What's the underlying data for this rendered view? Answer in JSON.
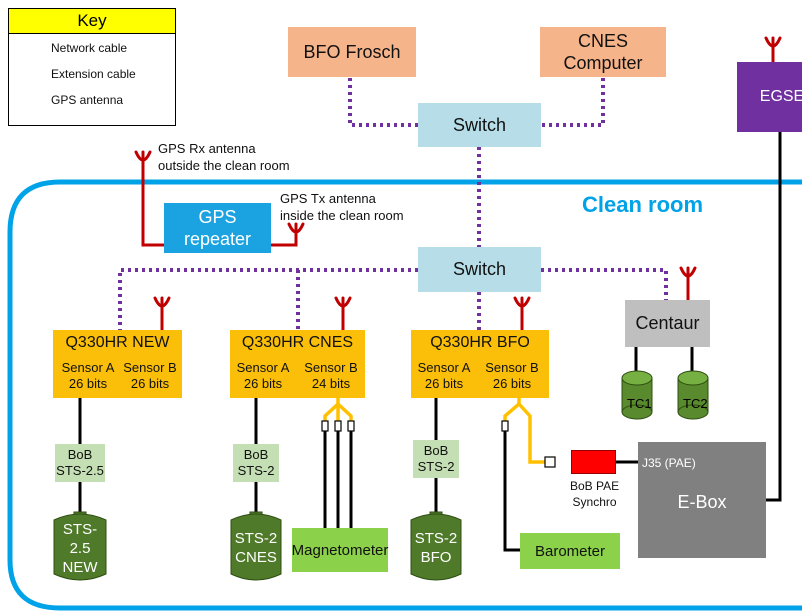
{
  "key": {
    "title": "Key",
    "items": [
      {
        "label": "Network cable"
      },
      {
        "label": "Extension cable"
      },
      {
        "label": "GPS antenna"
      }
    ]
  },
  "colors": {
    "network": "#7030a0",
    "extension": "#ffc000",
    "antenna": "#c00000",
    "clean_room": "#00a2e8"
  },
  "nodes": {
    "bfo_frosch": "BFO Frosch",
    "cnes_computer_l1": "CNES",
    "cnes_computer_l2": "Computer",
    "switch_top": "Switch",
    "egse": "EGSE",
    "clean_room": "Clean room",
    "gps_repeater_l1": "GPS",
    "gps_repeater_l2": "repeater",
    "switch_inner": "Switch",
    "centaur": "Centaur",
    "tc1": "TC1",
    "tc2": "TC2",
    "ebox": "E-Box",
    "j35": "J35 (PAE)",
    "bob_pae_l1": "BoB PAE",
    "bob_pae_l2": "Synchro",
    "barometer": "Barometer",
    "magnetometer": "Magnetometer"
  },
  "labels": {
    "gps_rx_l1": "GPS Rx antenna",
    "gps_rx_l2": "outside the clean room",
    "gps_tx_l1": "GPS Tx antenna",
    "gps_tx_l2": "inside the clean room"
  },
  "digitizers": [
    {
      "title": "Q330HR NEW",
      "sensor_a": "Sensor A",
      "bits_a": "26 bits",
      "sensor_b": "Sensor B",
      "bits_b": "26 bits",
      "bob_l1": "BoB",
      "bob_l2": "STS-2.5",
      "seis_l1": "STS-2.5",
      "seis_l2": "NEW"
    },
    {
      "title": "Q330HR CNES",
      "sensor_a": "Sensor A",
      "bits_a": "26 bits",
      "sensor_b": "Sensor B",
      "bits_b": "24 bits",
      "bob_l1": "BoB",
      "bob_l2": "STS-2",
      "seis_l1": "STS-2",
      "seis_l2": "CNES"
    },
    {
      "title": "Q330HR BFO",
      "sensor_a": "Sensor A",
      "bits_a": "26 bits",
      "sensor_b": "Sensor B",
      "bits_b": "26 bits",
      "bob_l1": "BoB",
      "bob_l2": "STS-2",
      "seis_l1": "STS-2",
      "seis_l2": "BFO"
    }
  ]
}
